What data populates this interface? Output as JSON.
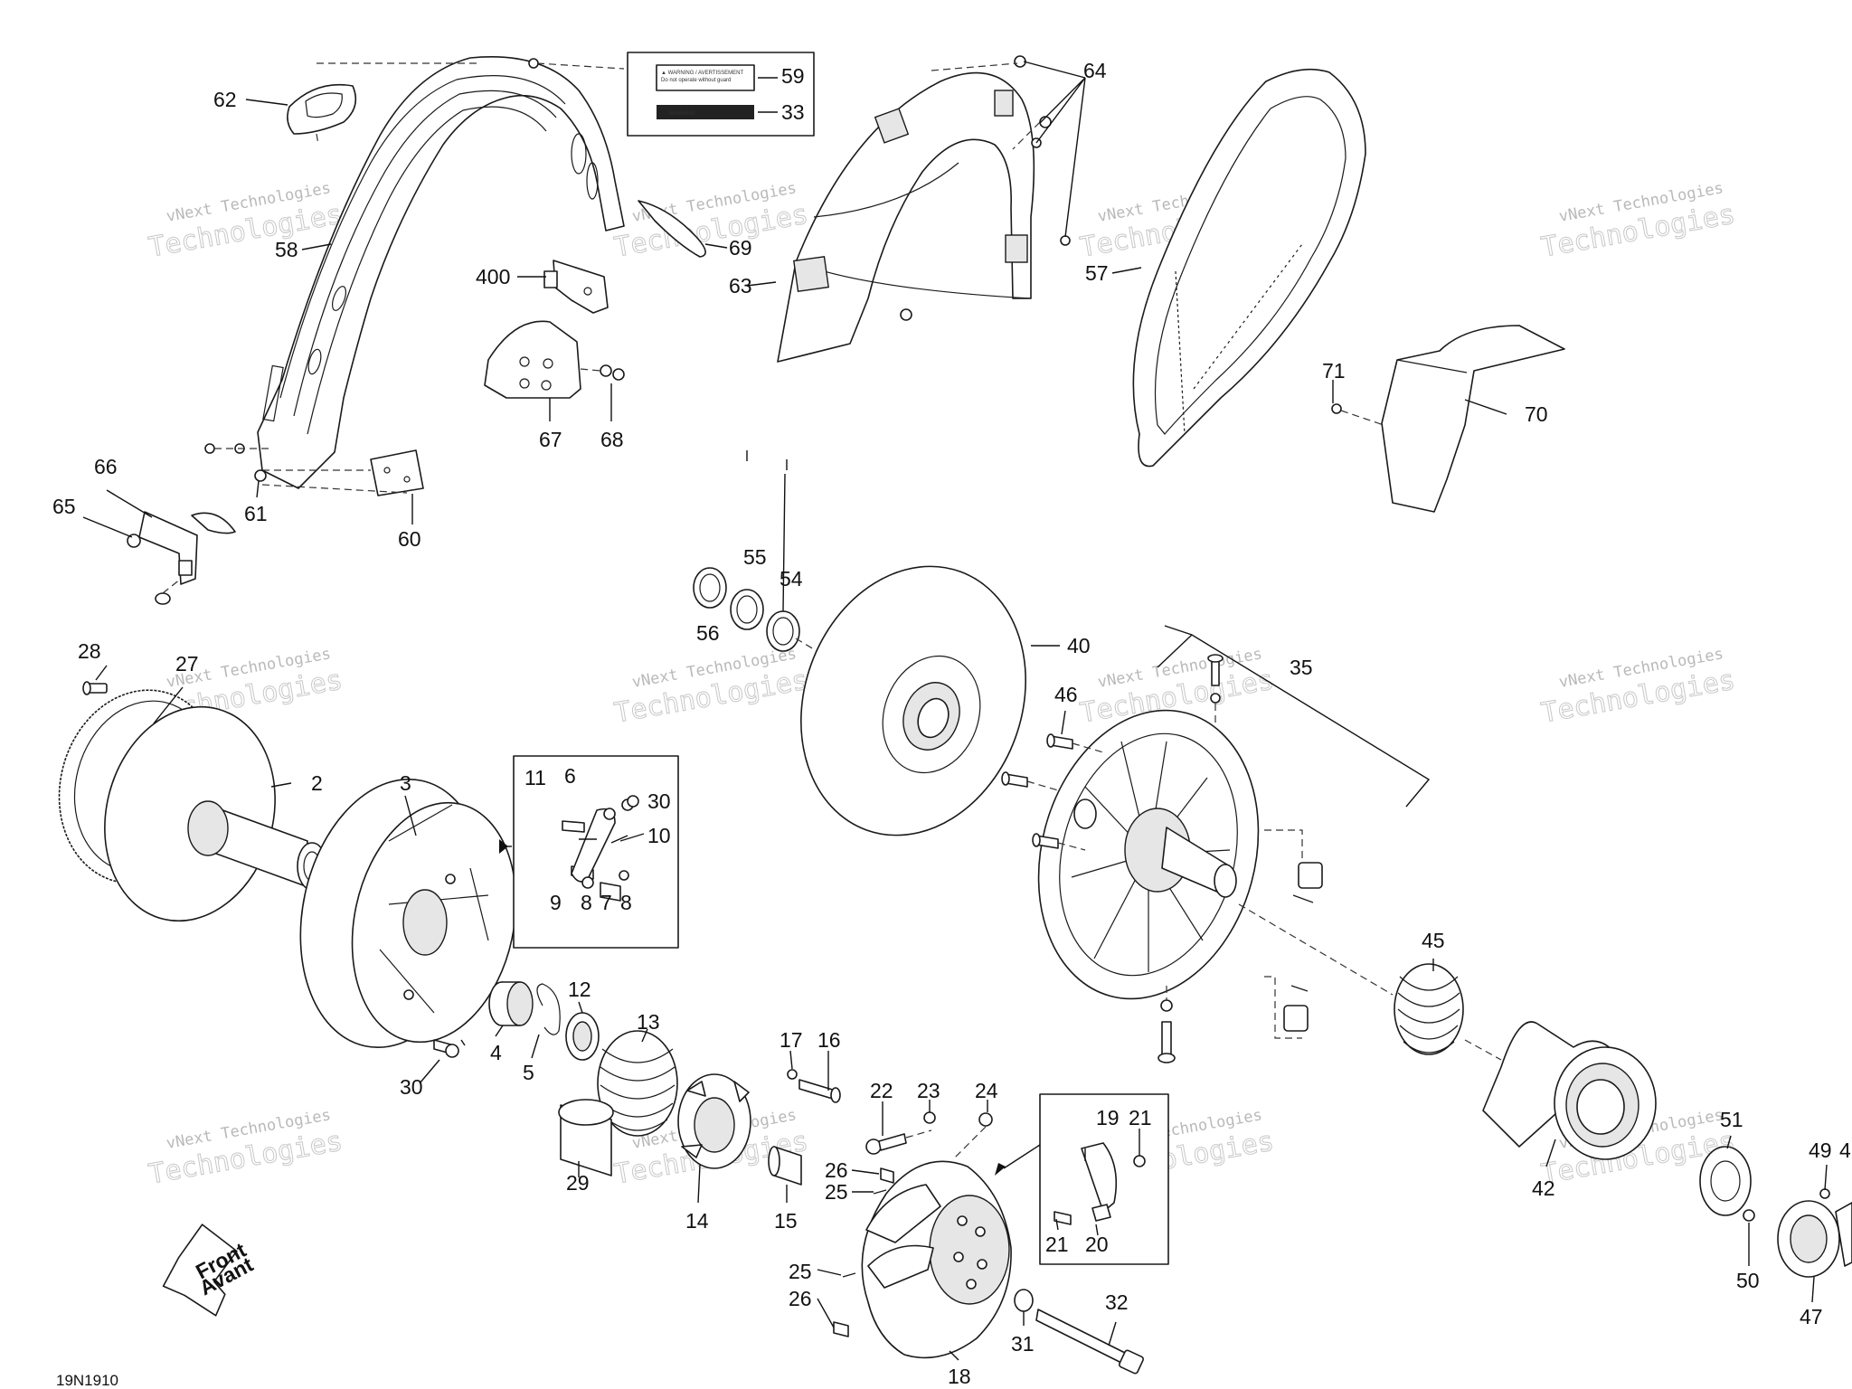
{
  "drawing_code": "19N1910",
  "front_arrow": {
    "line1": "Front",
    "line2": "Avant"
  },
  "watermark": {
    "line1": "vNext Technologies",
    "line2": "Technologies"
  },
  "decals": [
    {
      "number": "59"
    },
    {
      "number": "33"
    }
  ],
  "callouts": [
    "62",
    "58",
    "59",
    "33",
    "400",
    "69",
    "67",
    "68",
    "66",
    "65",
    "61",
    "60",
    "64",
    "63",
    "57",
    "71",
    "70",
    "55",
    "54",
    "56",
    "40",
    "35",
    "46",
    "28",
    "27",
    "2",
    "3",
    "6",
    "11",
    "30",
    "10",
    "9",
    "8",
    "7",
    "8",
    "12",
    "13",
    "4",
    "5",
    "30",
    "17",
    "16",
    "22",
    "23",
    "24",
    "29",
    "14",
    "15",
    "26",
    "25",
    "25",
    "26",
    "18",
    "31",
    "32",
    "19",
    "21",
    "21",
    "20",
    "45",
    "42",
    "51",
    "49",
    "4",
    "50",
    "47"
  ]
}
